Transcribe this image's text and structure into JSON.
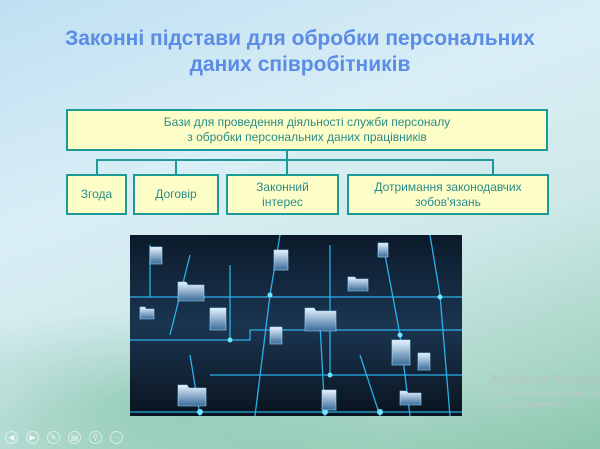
{
  "slide": {
    "title": "Законні підстави для обробки персональних даних співробітників",
    "diagram": {
      "root": "Бази для проведення діяльності служби персоналу з обробки персональних даних працівників",
      "root_line1": "Бази для проведення діяльності служби персоналу",
      "root_line2": "з обробки персональних даних працівників",
      "children": [
        {
          "label": "Згода"
        },
        {
          "label": "Договір"
        },
        {
          "label": "Законний інтерес"
        },
        {
          "label": "Дотримання законодавчих зобов'язань"
        }
      ]
    }
  },
  "watermark": {
    "title": "Активация Windows",
    "line1": "Чтобы активировать Windows,",
    "line2": "раздел \"Параметры\"."
  },
  "controls": [
    "previous",
    "next",
    "pen",
    "slides",
    "zoom",
    "more"
  ],
  "colors": {
    "title": "#5b8ce6",
    "box_border": "#1c9a95",
    "box_fill": "#fdfdc8"
  }
}
